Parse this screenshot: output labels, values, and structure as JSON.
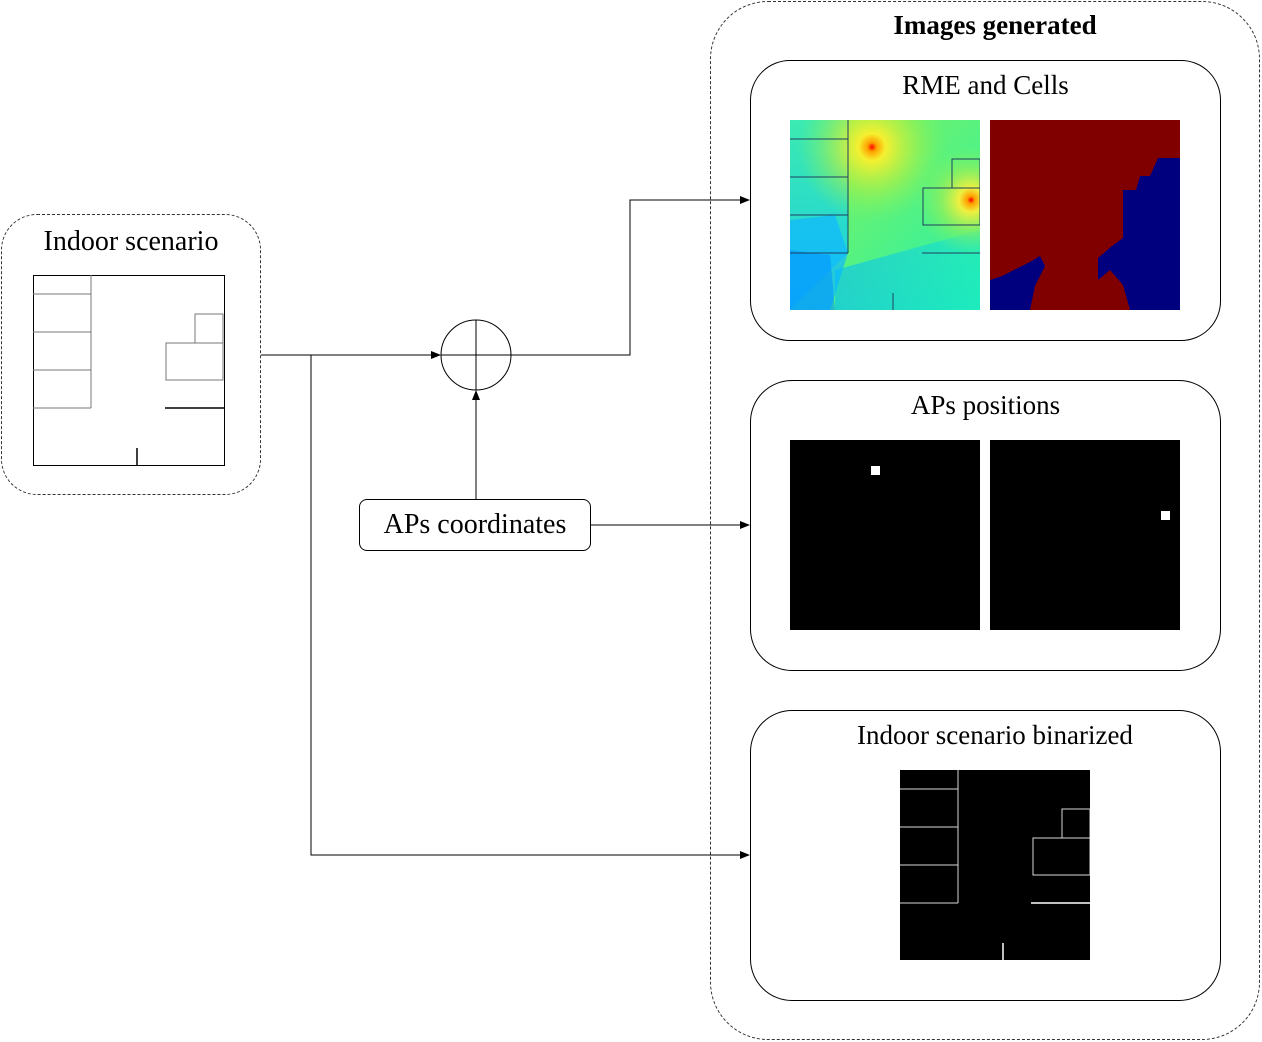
{
  "left_panel": {
    "title": "Indoor scenario"
  },
  "ap_coordinates": {
    "label": "APs coordinates"
  },
  "images_generated": {
    "title": "Images generated",
    "rme_cells": {
      "title": "RME and Cells"
    },
    "aps_positions": {
      "title": "APs positions"
    },
    "binarized": {
      "title": "Indoor scenario binarized"
    }
  },
  "colors": {
    "heatmap_low": "#00bfff",
    "heatmap_mid": "#3cf59a",
    "heatmap_high": "#ff0000",
    "cell_red": "#800000",
    "cell_blue": "#00007f"
  }
}
